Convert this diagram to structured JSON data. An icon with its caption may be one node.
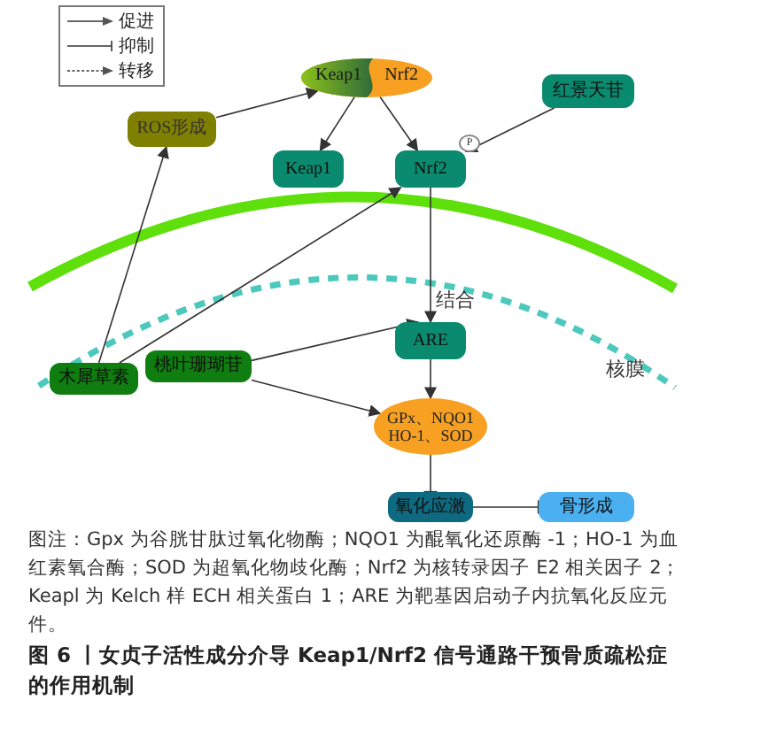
{
  "diagram": {
    "caption": "图 6 丨女贞子活性成分介导 Keap1/Nrf2 信号通路干预骨质疏松症的作用机制",
    "nodes": [
      {
        "text": [
          "Keap1",
          "Nrf2"
        ]
      },
      {
        "text": [
          "ROS形成"
        ]
      },
      {
        "text": [
          "Keap1"
        ]
      },
      {
        "text": [
          "红景天苷"
        ]
      },
      {
        "text": [
          "Nrf2"
        ],
        "beside": [
          "P"
        ]
      },
      {
        "text": [
          "木犀草素"
        ]
      },
      {
        "text": [
          "桃叶珊瑚苷"
        ]
      },
      {
        "text": [
          "ARE"
        ]
      },
      {
        "text": [
          "GPx、NQO1 HO-1、SOD"
        ]
      },
      {
        "text": [
          "氧化应激"
        ]
      },
      {
        "text": [
          "骨形成"
        ]
      }
    ],
    "edges": [
      {
        "from": 1,
        "to": 0,
        "arrow": "to"
      },
      {
        "from": 0,
        "to": 2,
        "arrow": "to"
      },
      {
        "from": 0,
        "to": 4,
        "arrow": "to"
      },
      {
        "from": 3,
        "to": 4,
        "arrow": "to"
      },
      {
        "from": 5,
        "to": 1,
        "arrow": "to"
      },
      {
        "from": 5,
        "to": 4,
        "arrow": "to"
      },
      {
        "from": 6,
        "to": 7,
        "arrow": "to"
      },
      {
        "from": 6,
        "to": 8,
        "arrow": "to"
      },
      {
        "from": 4,
        "to": 7,
        "arrow": "to"
      },
      {
        "from": 7,
        "to": 8,
        "arrow": "to"
      },
      {
        "from": 8,
        "to": 9,
        "arrow": "other"
      },
      {
        "from": 9,
        "to": 10,
        "arrow": "other"
      }
    ],
    "labels": [
      "结合",
      "核膜",
      "图注：Gpx 为谷胱甘肽过氧化物酶；NQO1 为醌氧化还原酶 -1；HO-1 为血红素氧合酶；SOD 为超氧化物歧化酶；Nrf2 为核转录因子 E2 相关因子 2；Keapl 为 Kelch 样 ECH 相关蛋白 1；ARE 为靶基因启动子内抗氧化反应元件。"
    ],
    "legend": [
      {
        "text": "促进"
      },
      {
        "text": "抑制"
      },
      {
        "text": "转移"
      }
    ]
  }
}
